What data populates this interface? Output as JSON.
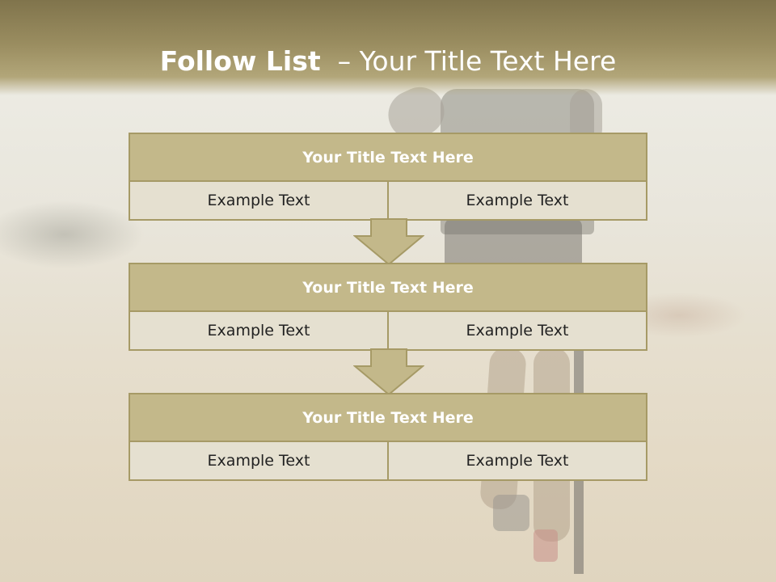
{
  "slide": {
    "title_bold": "Follow List",
    "title_rest": "  – Your Title Text Here"
  },
  "blocks": [
    {
      "title": "Your Title Text Here",
      "left": "Example Text",
      "right": "Example Text"
    },
    {
      "title": "Your Title Text Here",
      "left": "Example Text",
      "right": "Example Text"
    },
    {
      "title": "Your Title Text Here",
      "left": "Example Text",
      "right": "Example Text"
    }
  ],
  "colors": {
    "header_band": "#8f8356",
    "block_head": "#c3b88a",
    "block_cell": "#e5e0d0",
    "border": "#a69a66"
  }
}
